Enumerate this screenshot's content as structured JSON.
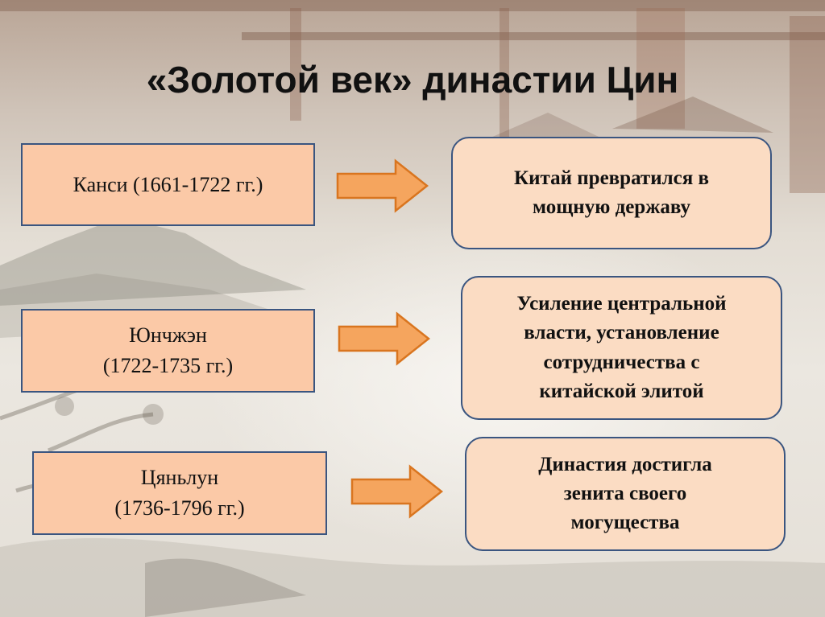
{
  "title": "«Золотой век» династии Цин",
  "rows": [
    {
      "ruler_lines": [
        "Канси (1661-1722 гг.)"
      ],
      "result_lines": [
        "Китай превратился в",
        "мощную державу"
      ]
    },
    {
      "ruler_lines": [
        "Юнчжэн",
        "(1722-1735 гг.)"
      ],
      "result_lines": [
        "Усиление центральной",
        "власти, установление",
        "сотрудничества с",
        "китайской элитой"
      ]
    },
    {
      "ruler_lines": [
        "Цяньлун",
        "(1736-1796 гг.)"
      ],
      "result_lines": [
        "Династия достигла",
        "зенита своего",
        "могущества"
      ]
    }
  ],
  "colors": {
    "box_fill_left": "#fbc9a7",
    "box_fill_right": "#fbdcc3",
    "box_border": "#3a5580",
    "arrow_fill": "#f5a55e",
    "arrow_stroke": "#d9751f"
  },
  "icons": {
    "connector": "right-arrow-icon"
  }
}
